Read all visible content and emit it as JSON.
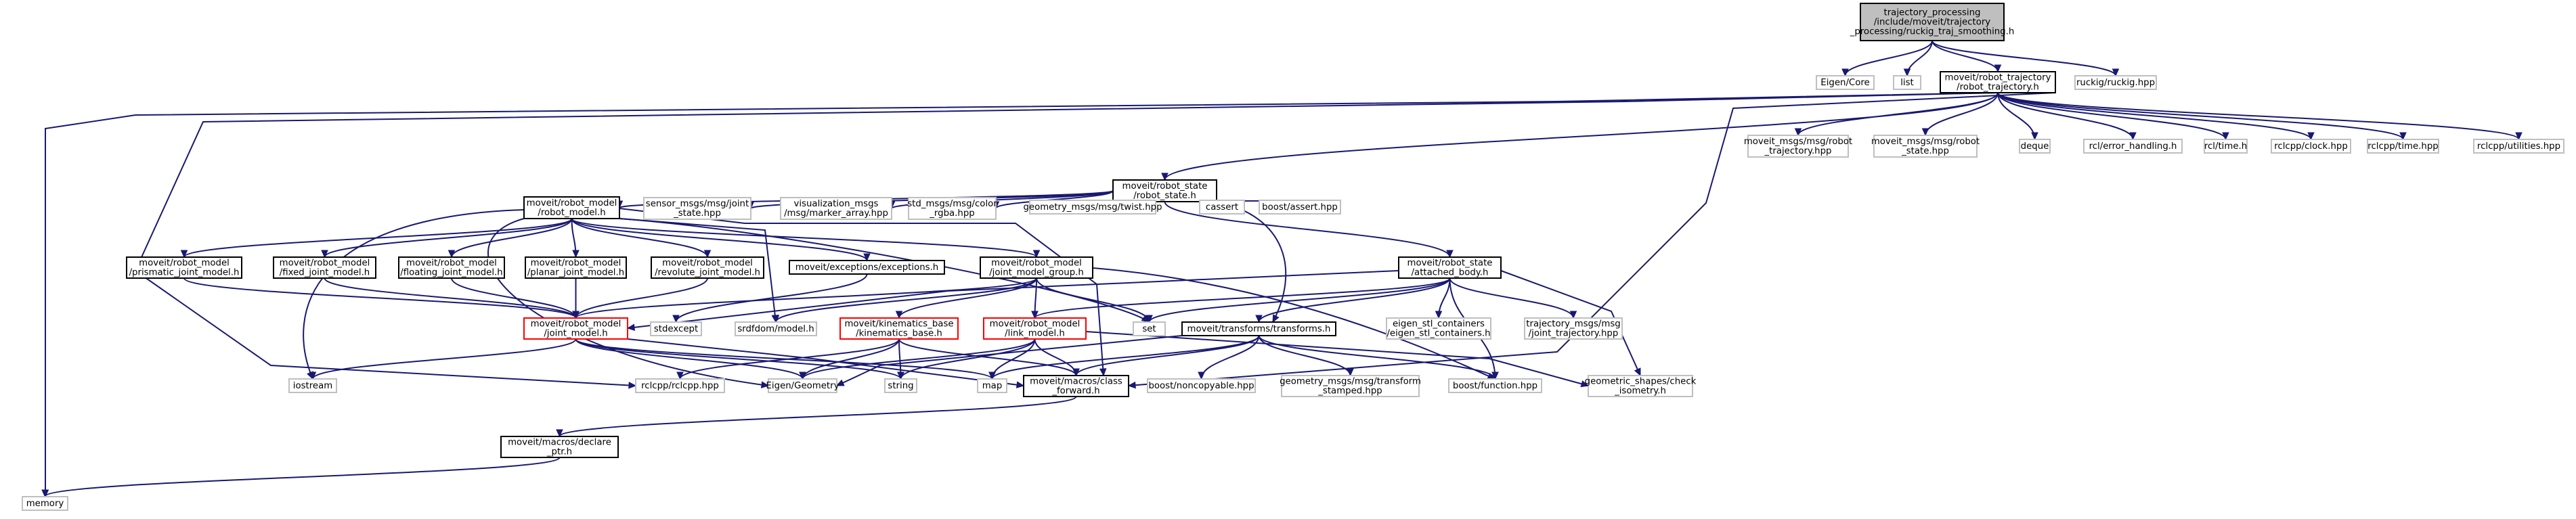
{
  "colors": {
    "edge": "#191970",
    "root_fill": "#bfbfbf",
    "root_border": "#000000",
    "doc_fill": "#ffffff",
    "doc_border": "#000000",
    "external_border": "#bfbfbf",
    "highlight_border": "#ff0000"
  },
  "nodes": [
    {
      "id": "root",
      "style": "root",
      "lines": [
        "trajectory_processing",
        "/include/moveit/trajectory",
        "_processing/ruckig_traj_smoothing.h"
      ]
    },
    {
      "id": "eigen_core",
      "style": "external",
      "lines": [
        "Eigen/Core"
      ]
    },
    {
      "id": "list",
      "style": "external",
      "lines": [
        "list"
      ]
    },
    {
      "id": "robot_trajectory",
      "style": "doc",
      "lines": [
        "moveit/robot_trajectory",
        "/robot_trajectory.h"
      ]
    },
    {
      "id": "ruckig",
      "style": "external",
      "lines": [
        "ruckig/ruckig.hpp"
      ]
    },
    {
      "id": "robot_state",
      "style": "doc",
      "lines": [
        "moveit/robot_state",
        "/robot_state.h"
      ]
    },
    {
      "id": "msgs_robot_trajectory",
      "style": "external",
      "lines": [
        "moveit_msgs/msg/robot",
        "_trajectory.hpp"
      ]
    },
    {
      "id": "msgs_robot_state",
      "style": "external",
      "lines": [
        "moveit_msgs/msg/robot",
        "_state.hpp"
      ]
    },
    {
      "id": "deque",
      "style": "external",
      "lines": [
        "deque"
      ]
    },
    {
      "id": "rcl_error",
      "style": "external",
      "lines": [
        "rcl/error_handling.h"
      ]
    },
    {
      "id": "rcl_time",
      "style": "external",
      "lines": [
        "rcl/time.h"
      ]
    },
    {
      "id": "rclcpp_clock",
      "style": "external",
      "lines": [
        "rclcpp/clock.hpp"
      ]
    },
    {
      "id": "rclcpp_time",
      "style": "external",
      "lines": [
        "rclcpp/time.hpp"
      ]
    },
    {
      "id": "rclcpp_utilities",
      "style": "external",
      "lines": [
        "rclcpp/utilities.hpp"
      ]
    },
    {
      "id": "robot_model",
      "style": "doc",
      "lines": [
        "moveit/robot_model",
        "/robot_model.h"
      ]
    },
    {
      "id": "sensor_msgs",
      "style": "external",
      "lines": [
        "sensor_msgs/msg/joint",
        "_state.hpp"
      ]
    },
    {
      "id": "viz_msgs",
      "style": "external",
      "lines": [
        "visualization_msgs",
        "/msg/marker_array.hpp"
      ]
    },
    {
      "id": "std_msgs_color",
      "style": "external",
      "lines": [
        "std_msgs/msg/color",
        "_rgba.hpp"
      ]
    },
    {
      "id": "geo_twist",
      "style": "external",
      "lines": [
        "geometry_msgs/msg/twist.hpp"
      ]
    },
    {
      "id": "cassert",
      "style": "external",
      "lines": [
        "cassert"
      ]
    },
    {
      "id": "boost_assert",
      "style": "external",
      "lines": [
        "boost/assert.hpp"
      ]
    },
    {
      "id": "attached_body",
      "style": "doc",
      "lines": [
        "moveit/robot_state",
        "/attached_body.h"
      ]
    },
    {
      "id": "prismatic",
      "style": "doc",
      "lines": [
        "moveit/robot_model",
        "/prismatic_joint_model.h"
      ]
    },
    {
      "id": "fixed",
      "style": "doc",
      "lines": [
        "moveit/robot_model",
        "/fixed_joint_model.h"
      ]
    },
    {
      "id": "floating",
      "style": "doc",
      "lines": [
        "moveit/robot_model",
        "/floating_joint_model.h"
      ]
    },
    {
      "id": "planar",
      "style": "doc",
      "lines": [
        "moveit/robot_model",
        "/planar_joint_model.h"
      ]
    },
    {
      "id": "revolute",
      "style": "doc",
      "lines": [
        "moveit/robot_model",
        "/revolute_joint_model.h"
      ]
    },
    {
      "id": "exceptions",
      "style": "doc",
      "lines": [
        "moveit/exceptions/exceptions.h"
      ]
    },
    {
      "id": "jmg",
      "style": "doc",
      "lines": [
        "moveit/robot_model",
        "/joint_model_group.h"
      ]
    },
    {
      "id": "joint_model",
      "style": "highlight",
      "lines": [
        "moveit/robot_model",
        "/joint_model.h"
      ]
    },
    {
      "id": "stdexcept",
      "style": "external",
      "lines": [
        "stdexcept"
      ]
    },
    {
      "id": "srdfdom",
      "style": "external",
      "lines": [
        "srdfdom/model.h"
      ]
    },
    {
      "id": "kinematics_base",
      "style": "highlight",
      "lines": [
        "moveit/kinematics_base",
        "/kinematics_base.h"
      ]
    },
    {
      "id": "link_model",
      "style": "highlight",
      "lines": [
        "moveit/robot_model",
        "/link_model.h"
      ]
    },
    {
      "id": "set",
      "style": "external",
      "lines": [
        "set"
      ]
    },
    {
      "id": "transforms",
      "style": "doc",
      "lines": [
        "moveit/transforms/transforms.h"
      ]
    },
    {
      "id": "eigen_stl",
      "style": "external",
      "lines": [
        "eigen_stl_containers",
        "/eigen_stl_containers.h"
      ]
    },
    {
      "id": "traj_msgs",
      "style": "external",
      "lines": [
        "trajectory_msgs/msg",
        "/joint_trajectory.hpp"
      ]
    },
    {
      "id": "iostream",
      "style": "external",
      "lines": [
        "iostream"
      ]
    },
    {
      "id": "rclcpp",
      "style": "external",
      "lines": [
        "rclcpp/rclcpp.hpp"
      ]
    },
    {
      "id": "eigen_geometry",
      "style": "external",
      "lines": [
        "Eigen/Geometry"
      ]
    },
    {
      "id": "string",
      "style": "external",
      "lines": [
        "string"
      ]
    },
    {
      "id": "map",
      "style": "external",
      "lines": [
        "map"
      ]
    },
    {
      "id": "class_forward",
      "style": "doc",
      "lines": [
        "moveit/macros/class",
        "_forward.h"
      ]
    },
    {
      "id": "boost_noncopyable",
      "style": "external",
      "lines": [
        "boost/noncopyable.hpp"
      ]
    },
    {
      "id": "geo_transform",
      "style": "external",
      "lines": [
        "geometry_msgs/msg/transform",
        "_stamped.hpp"
      ]
    },
    {
      "id": "boost_function",
      "style": "external",
      "lines": [
        "boost/function.hpp"
      ]
    },
    {
      "id": "geo_shapes",
      "style": "external",
      "lines": [
        "geometric_shapes/check",
        "_isometry.h"
      ]
    },
    {
      "id": "declare_ptr",
      "style": "doc",
      "lines": [
        "moveit/macros/declare",
        "_ptr.h"
      ]
    },
    {
      "id": "memory",
      "style": "external",
      "lines": [
        "memory"
      ]
    }
  ],
  "edges": [
    [
      "root",
      "eigen_core"
    ],
    [
      "root",
      "list"
    ],
    [
      "root",
      "robot_trajectory"
    ],
    [
      "root",
      "ruckig"
    ],
    [
      "robot_trajectory",
      "robot_state"
    ],
    [
      "robot_trajectory",
      "msgs_robot_trajectory"
    ],
    [
      "robot_trajectory",
      "msgs_robot_state"
    ],
    [
      "robot_trajectory",
      "deque"
    ],
    [
      "robot_trajectory",
      "rcl_error"
    ],
    [
      "robot_trajectory",
      "rcl_time"
    ],
    [
      "robot_trajectory",
      "rclcpp_clock"
    ],
    [
      "robot_trajectory",
      "rclcpp_time"
    ],
    [
      "robot_trajectory",
      "rclcpp_utilities"
    ],
    [
      "robot_trajectory",
      "memory"
    ],
    [
      "robot_trajectory",
      "rclcpp"
    ],
    [
      "robot_trajectory",
      "class_forward"
    ],
    [
      "robot_state",
      "robot_model"
    ],
    [
      "robot_state",
      "sensor_msgs"
    ],
    [
      "robot_state",
      "viz_msgs"
    ],
    [
      "robot_state",
      "std_msgs_color"
    ],
    [
      "robot_state",
      "geo_twist"
    ],
    [
      "robot_state",
      "cassert"
    ],
    [
      "robot_state",
      "boost_assert"
    ],
    [
      "robot_state",
      "attached_body"
    ],
    [
      "robot_state",
      "transforms"
    ],
    [
      "robot_model",
      "prismatic"
    ],
    [
      "robot_model",
      "fixed"
    ],
    [
      "robot_model",
      "floating"
    ],
    [
      "robot_model",
      "planar"
    ],
    [
      "robot_model",
      "revolute"
    ],
    [
      "robot_model",
      "exceptions"
    ],
    [
      "robot_model",
      "jmg"
    ],
    [
      "robot_model",
      "iostream"
    ],
    [
      "robot_model",
      "eigen_geometry"
    ],
    [
      "robot_model",
      "class_forward"
    ],
    [
      "robot_model",
      "set"
    ],
    [
      "robot_model",
      "srdfdom"
    ],
    [
      "prismatic",
      "joint_model"
    ],
    [
      "fixed",
      "joint_model"
    ],
    [
      "floating",
      "joint_model"
    ],
    [
      "planar",
      "joint_model"
    ],
    [
      "revolute",
      "joint_model"
    ],
    [
      "exceptions",
      "stdexcept"
    ],
    [
      "jmg",
      "joint_model"
    ],
    [
      "jmg",
      "kinematics_base"
    ],
    [
      "jmg",
      "link_model"
    ],
    [
      "jmg",
      "set"
    ],
    [
      "jmg",
      "srdfdom"
    ],
    [
      "jmg",
      "boost_function"
    ],
    [
      "joint_model",
      "iostream"
    ],
    [
      "joint_model",
      "eigen_geometry"
    ],
    [
      "joint_model",
      "string"
    ],
    [
      "joint_model",
      "map"
    ],
    [
      "joint_model",
      "class_forward"
    ],
    [
      "kinematics_base",
      "rclcpp"
    ],
    [
      "kinematics_base",
      "string"
    ],
    [
      "kinematics_base",
      "class_forward"
    ],
    [
      "kinematics_base",
      "eigen_geometry"
    ],
    [
      "link_model",
      "map"
    ],
    [
      "link_model",
      "string"
    ],
    [
      "link_model",
      "eigen_geometry"
    ],
    [
      "link_model",
      "class_forward"
    ],
    [
      "link_model",
      "geo_shapes"
    ],
    [
      "attached_body",
      "set"
    ],
    [
      "attached_body",
      "link_model"
    ],
    [
      "attached_body",
      "transforms"
    ],
    [
      "attached_body",
      "eigen_stl"
    ],
    [
      "attached_body",
      "traj_msgs"
    ],
    [
      "attached_body",
      "boost_function"
    ],
    [
      "attached_body",
      "geo_shapes"
    ],
    [
      "attached_body",
      "joint_model"
    ],
    [
      "transforms",
      "map"
    ],
    [
      "transforms",
      "class_forward"
    ],
    [
      "transforms",
      "boost_noncopyable"
    ],
    [
      "transforms",
      "geo_transform"
    ],
    [
      "transforms",
      "eigen_geometry"
    ],
    [
      "transforms",
      "boost_function"
    ],
    [
      "class_forward",
      "declare_ptr"
    ],
    [
      "declare_ptr",
      "memory"
    ]
  ]
}
